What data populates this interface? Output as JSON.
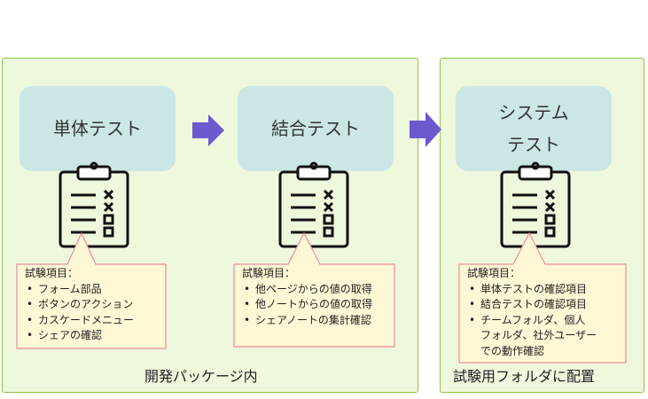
{
  "groups": {
    "dev_package": {
      "label": "開発パッケージ内"
    },
    "test_folder": {
      "label": "試験用フォルダに配置"
    }
  },
  "stages": [
    {
      "title": "単体テスト"
    },
    {
      "title": "結合テスト"
    },
    {
      "title_line1": "システム",
      "title_line2": "テスト"
    }
  ],
  "notes": [
    {
      "heading": "試験項目：",
      "items": [
        "フォーム部品",
        "ボタンのアクション",
        "カスケードメニュー",
        "シェアの確認"
      ]
    },
    {
      "heading": "試験項目：",
      "items": [
        "他ページからの値の取得",
        "他ノートからの値の取得",
        "シェアノートの集計確認"
      ]
    },
    {
      "heading": "試験項目：",
      "items": [
        "単体テストの確認項目",
        "結合テストの確認項目",
        "チームフォルダ、個人",
        "フォルダ、社外ユーザー",
        "での動作確認"
      ]
    }
  ],
  "colors": {
    "panel_fill": "#eef8dc",
    "panel_border": "#8cc63f",
    "stage_fill": "#cce6e6",
    "arrow": "#6a5acd",
    "note_fill": "#fff8d6",
    "note_border": "#f08a9a",
    "clipboard_stroke": "#111111"
  },
  "icons": [
    "clipboard-checklist-icon",
    "right-arrow-icon"
  ]
}
